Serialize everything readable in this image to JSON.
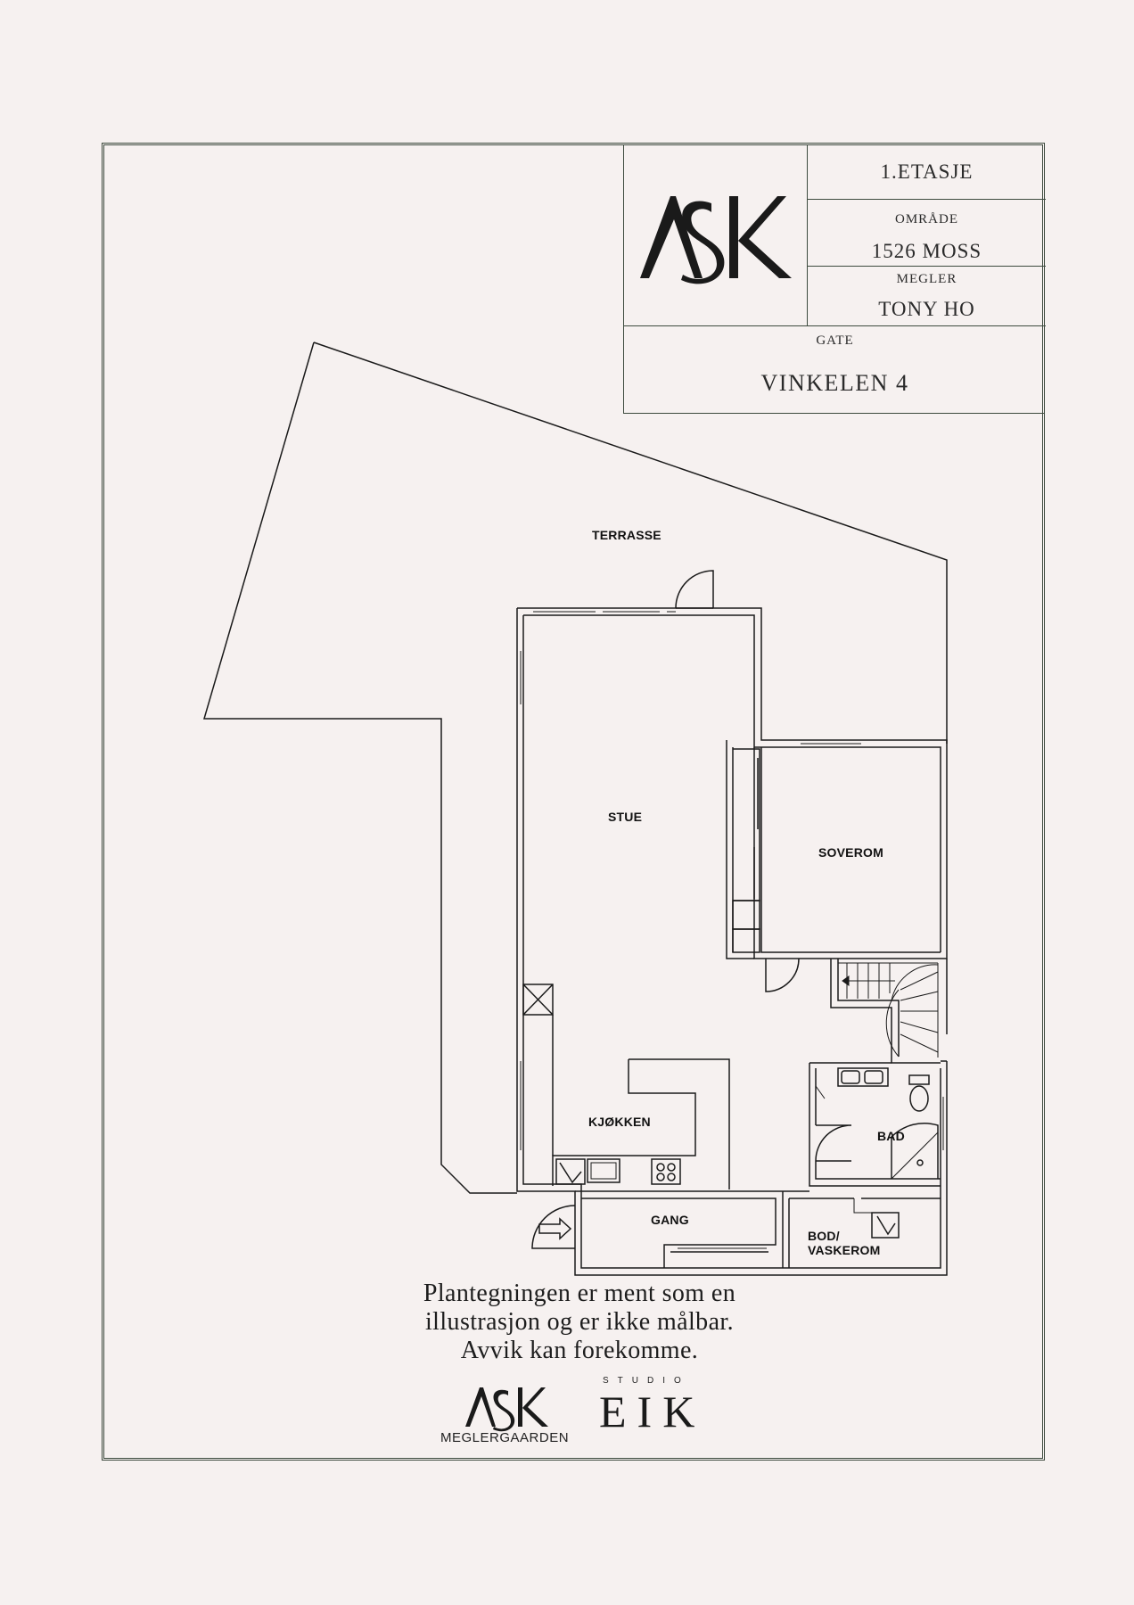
{
  "title_block": {
    "floor": "1.ETASJE",
    "area_label": "OMRÅDE",
    "area_value": "1526 MOSS",
    "agent_label": "MEGLER",
    "agent_value": "TONY HO",
    "street_label": "GATE",
    "street_value": "VINKELEN 4"
  },
  "logo": {
    "text": "ASK",
    "sub": "MEGLERGAARDEN"
  },
  "rooms": {
    "terrasse": "TERRASSE",
    "stue": "STUE",
    "soverom": "SOVEROM",
    "kjokken": "KJØKKEN",
    "bad": "BAD",
    "gang": "GANG",
    "bod_line1": "BOD/",
    "bod_line2": "VASKEROM"
  },
  "disclaimer": {
    "line1": "Plantegningen er ment som en",
    "line2": "illustrasjon og er ikke målbar.",
    "line3": "Avvik kan forekomme."
  },
  "partner": {
    "studio": "STUDIO",
    "name": "EIK"
  }
}
